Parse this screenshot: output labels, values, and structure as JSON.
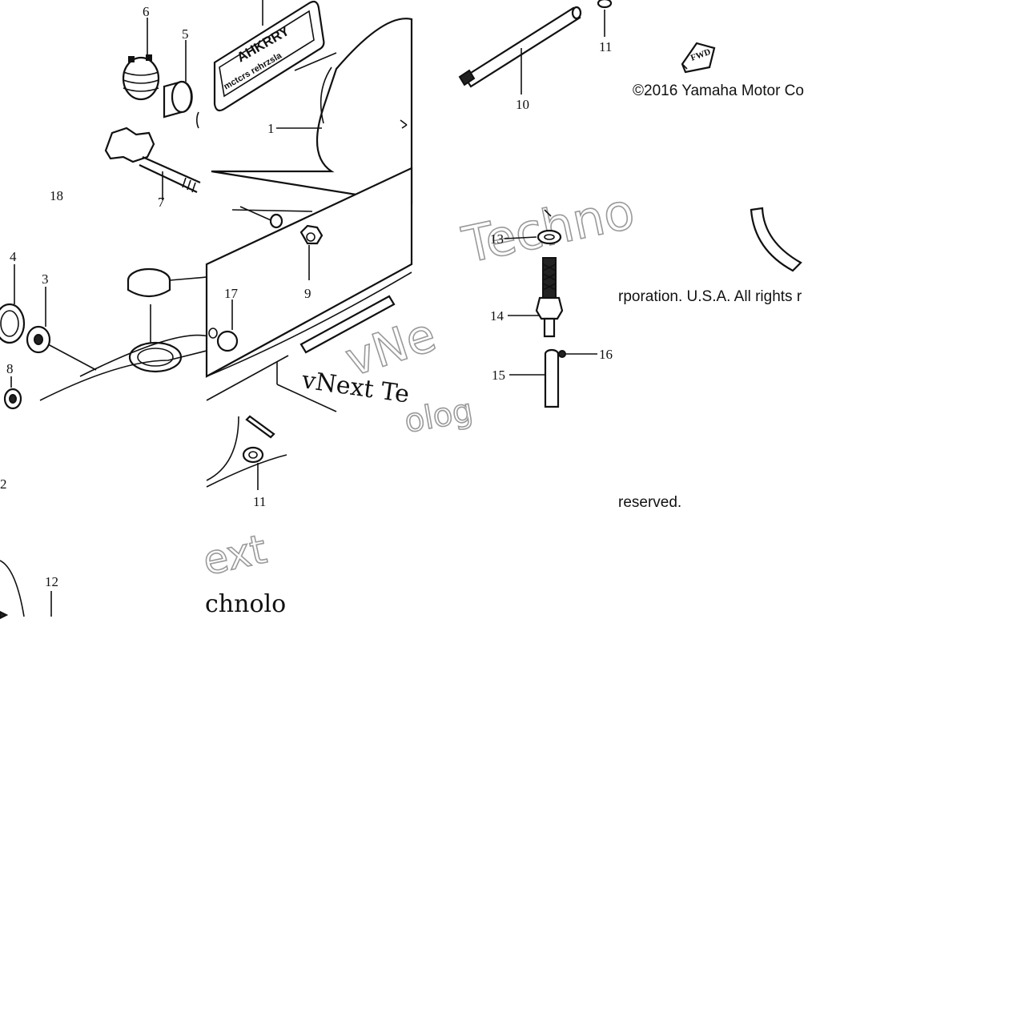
{
  "diagram": {
    "callouts": [
      "6",
      "5",
      "1",
      "7",
      "18",
      "11",
      "10",
      "4",
      "3",
      "9",
      "17",
      "8",
      "13",
      "14",
      "15",
      "16",
      "2",
      "11",
      "12"
    ],
    "tank_label": {
      "line1": "AHKRRY",
      "line2": "mctcrs rehrzsla"
    },
    "copyright": {
      "part1": "©2016 Yamaha Motor Co",
      "part2": "rporation. U.S.A. All rights r",
      "part3": "reserved."
    },
    "fwd_mark": "FWD",
    "watermarks": {
      "w1": "Techno",
      "w2": "vNe",
      "w3": "vNext Te",
      "w4": "ext",
      "w5": "chnolo",
      "w6": "olog"
    }
  }
}
